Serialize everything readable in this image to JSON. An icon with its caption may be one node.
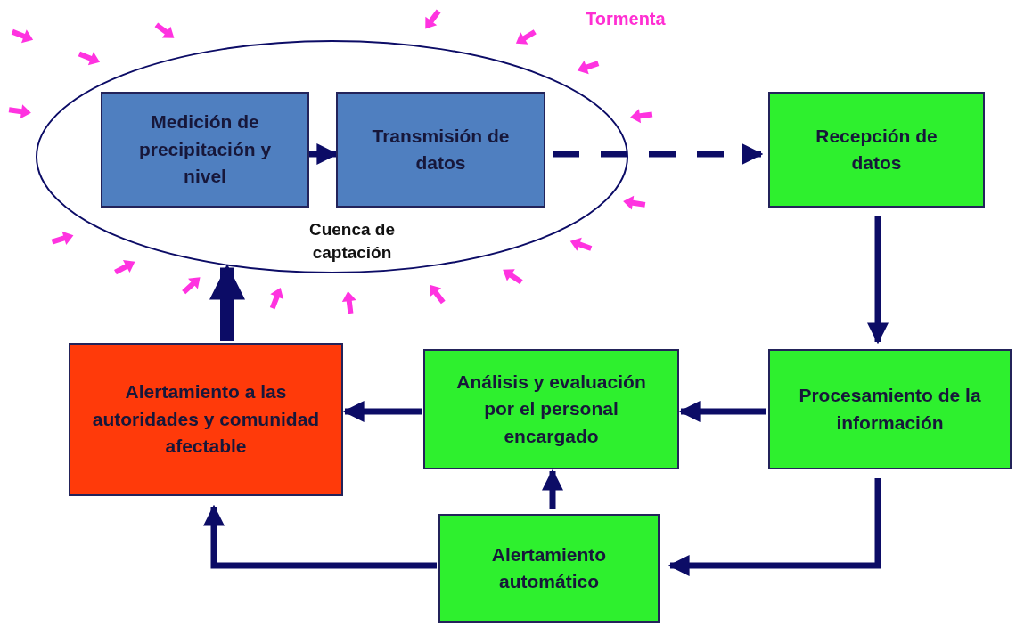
{
  "diagram": {
    "nodes": [
      {
        "text": [
          "Cuenca de captación"
        ]
      },
      {
        "text": [
          "Medición de precipitación y nivel"
        ],
        "in": 0
      },
      {
        "text": [
          "Transmisión de datos"
        ],
        "in": 0
      },
      {
        "text": [
          "Recepción de datos"
        ]
      },
      {
        "text": [
          "Procesamiento de la información"
        ]
      },
      {
        "text": [
          "Análisis y evaluación por el personal encargado"
        ]
      },
      {
        "text": [
          "Alertamiento a las autoridades y comunidad afectable"
        ]
      },
      {
        "text": [
          "Alertamiento automático"
        ]
      }
    ],
    "edges": [
      {
        "from": 1,
        "to": 2,
        "arrow": "to"
      },
      {
        "from": 2,
        "to": 3,
        "arrow": "to",
        "style": "dashed"
      },
      {
        "from": 3,
        "to": 4,
        "arrow": "to"
      },
      {
        "from": 4,
        "to": 5,
        "arrow": "to"
      },
      {
        "from": 5,
        "to": 6,
        "arrow": "to"
      },
      {
        "from": 4,
        "to": 7,
        "arrow": "to"
      },
      {
        "from": 7,
        "to": 5,
        "arrow": "to"
      },
      {
        "from": 7,
        "to": 6,
        "arrow": "to"
      },
      {
        "from": 6,
        "to": 0,
        "arrow": "to",
        "style": "thick"
      }
    ],
    "labels": [
      "Tormenta"
    ]
  }
}
